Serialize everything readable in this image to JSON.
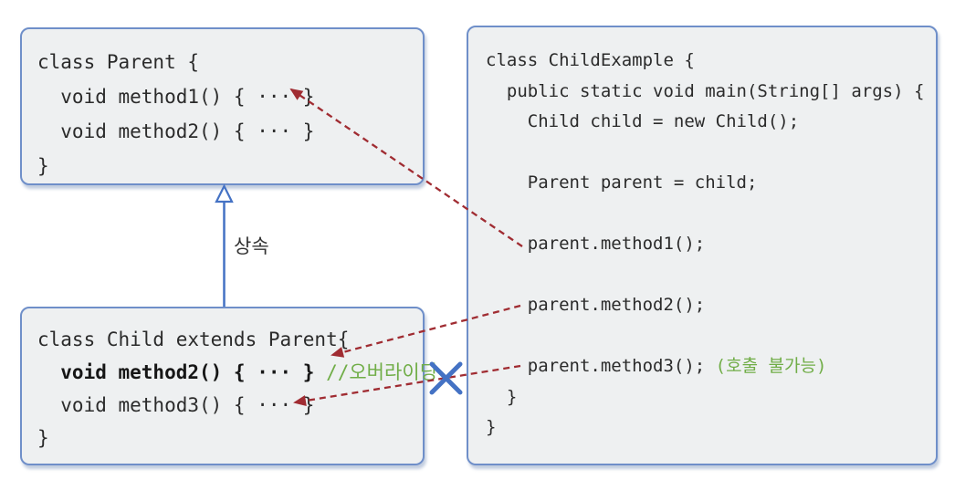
{
  "diagram": {
    "title_hint": "Java inheritance and overriding diagram",
    "inheritance_label": "상속",
    "parent_box": {
      "name": "Parent class",
      "lines": [
        {
          "code": "class Parent {",
          "bold": false,
          "comment": ""
        },
        {
          "code": "  void method1() { ··· }",
          "bold": false,
          "comment": ""
        },
        {
          "code": "  void method2() { ··· }",
          "bold": false,
          "comment": ""
        },
        {
          "code": "}",
          "bold": false,
          "comment": ""
        }
      ]
    },
    "child_box": {
      "name": "Child class",
      "lines": [
        {
          "code": "class Child extends Parent{",
          "bold": false,
          "comment": ""
        },
        {
          "code": "  void method2() { ··· } ",
          "bold": true,
          "comment": "//오버라이딩"
        },
        {
          "code": "  void method3() { ··· }",
          "bold": false,
          "comment": ""
        },
        {
          "code": "}",
          "bold": false,
          "comment": ""
        }
      ]
    },
    "example_box": {
      "name": "ChildExample class",
      "lines": [
        {
          "code": "class ChildExample {",
          "bold": false,
          "comment": ""
        },
        {
          "code": "  public static void main(String[] args) {",
          "bold": false,
          "comment": ""
        },
        {
          "code": "    Child child = new Child();",
          "bold": false,
          "comment": ""
        },
        {
          "code": "",
          "bold": false,
          "comment": ""
        },
        {
          "code": "    Parent parent = child;",
          "bold": false,
          "comment": ""
        },
        {
          "code": "",
          "bold": false,
          "comment": ""
        },
        {
          "code": "    parent.method1();",
          "bold": false,
          "comment": ""
        },
        {
          "code": "",
          "bold": false,
          "comment": ""
        },
        {
          "code": "    parent.method2();",
          "bold": false,
          "comment": ""
        },
        {
          "code": "",
          "bold": false,
          "comment": ""
        },
        {
          "code": "    parent.method3(); ",
          "bold": false,
          "comment": "(호출 불가능)"
        },
        {
          "code": "  }",
          "bold": false,
          "comment": ""
        },
        {
          "code": "}",
          "bold": false,
          "comment": ""
        }
      ]
    },
    "annotations": {
      "override_comment": "//오버라이딩",
      "uncallable_comment": "(호출 불가능)",
      "blocked_x_icon": "call blocked X"
    },
    "colors": {
      "box_fill": "#eef0f1",
      "box_border": "#6f8fc9",
      "arrow_red": "#a02c32",
      "accent_blue": "#4472c4",
      "comment_green": "#70ad47",
      "code_text": "#2b2b2b"
    }
  }
}
